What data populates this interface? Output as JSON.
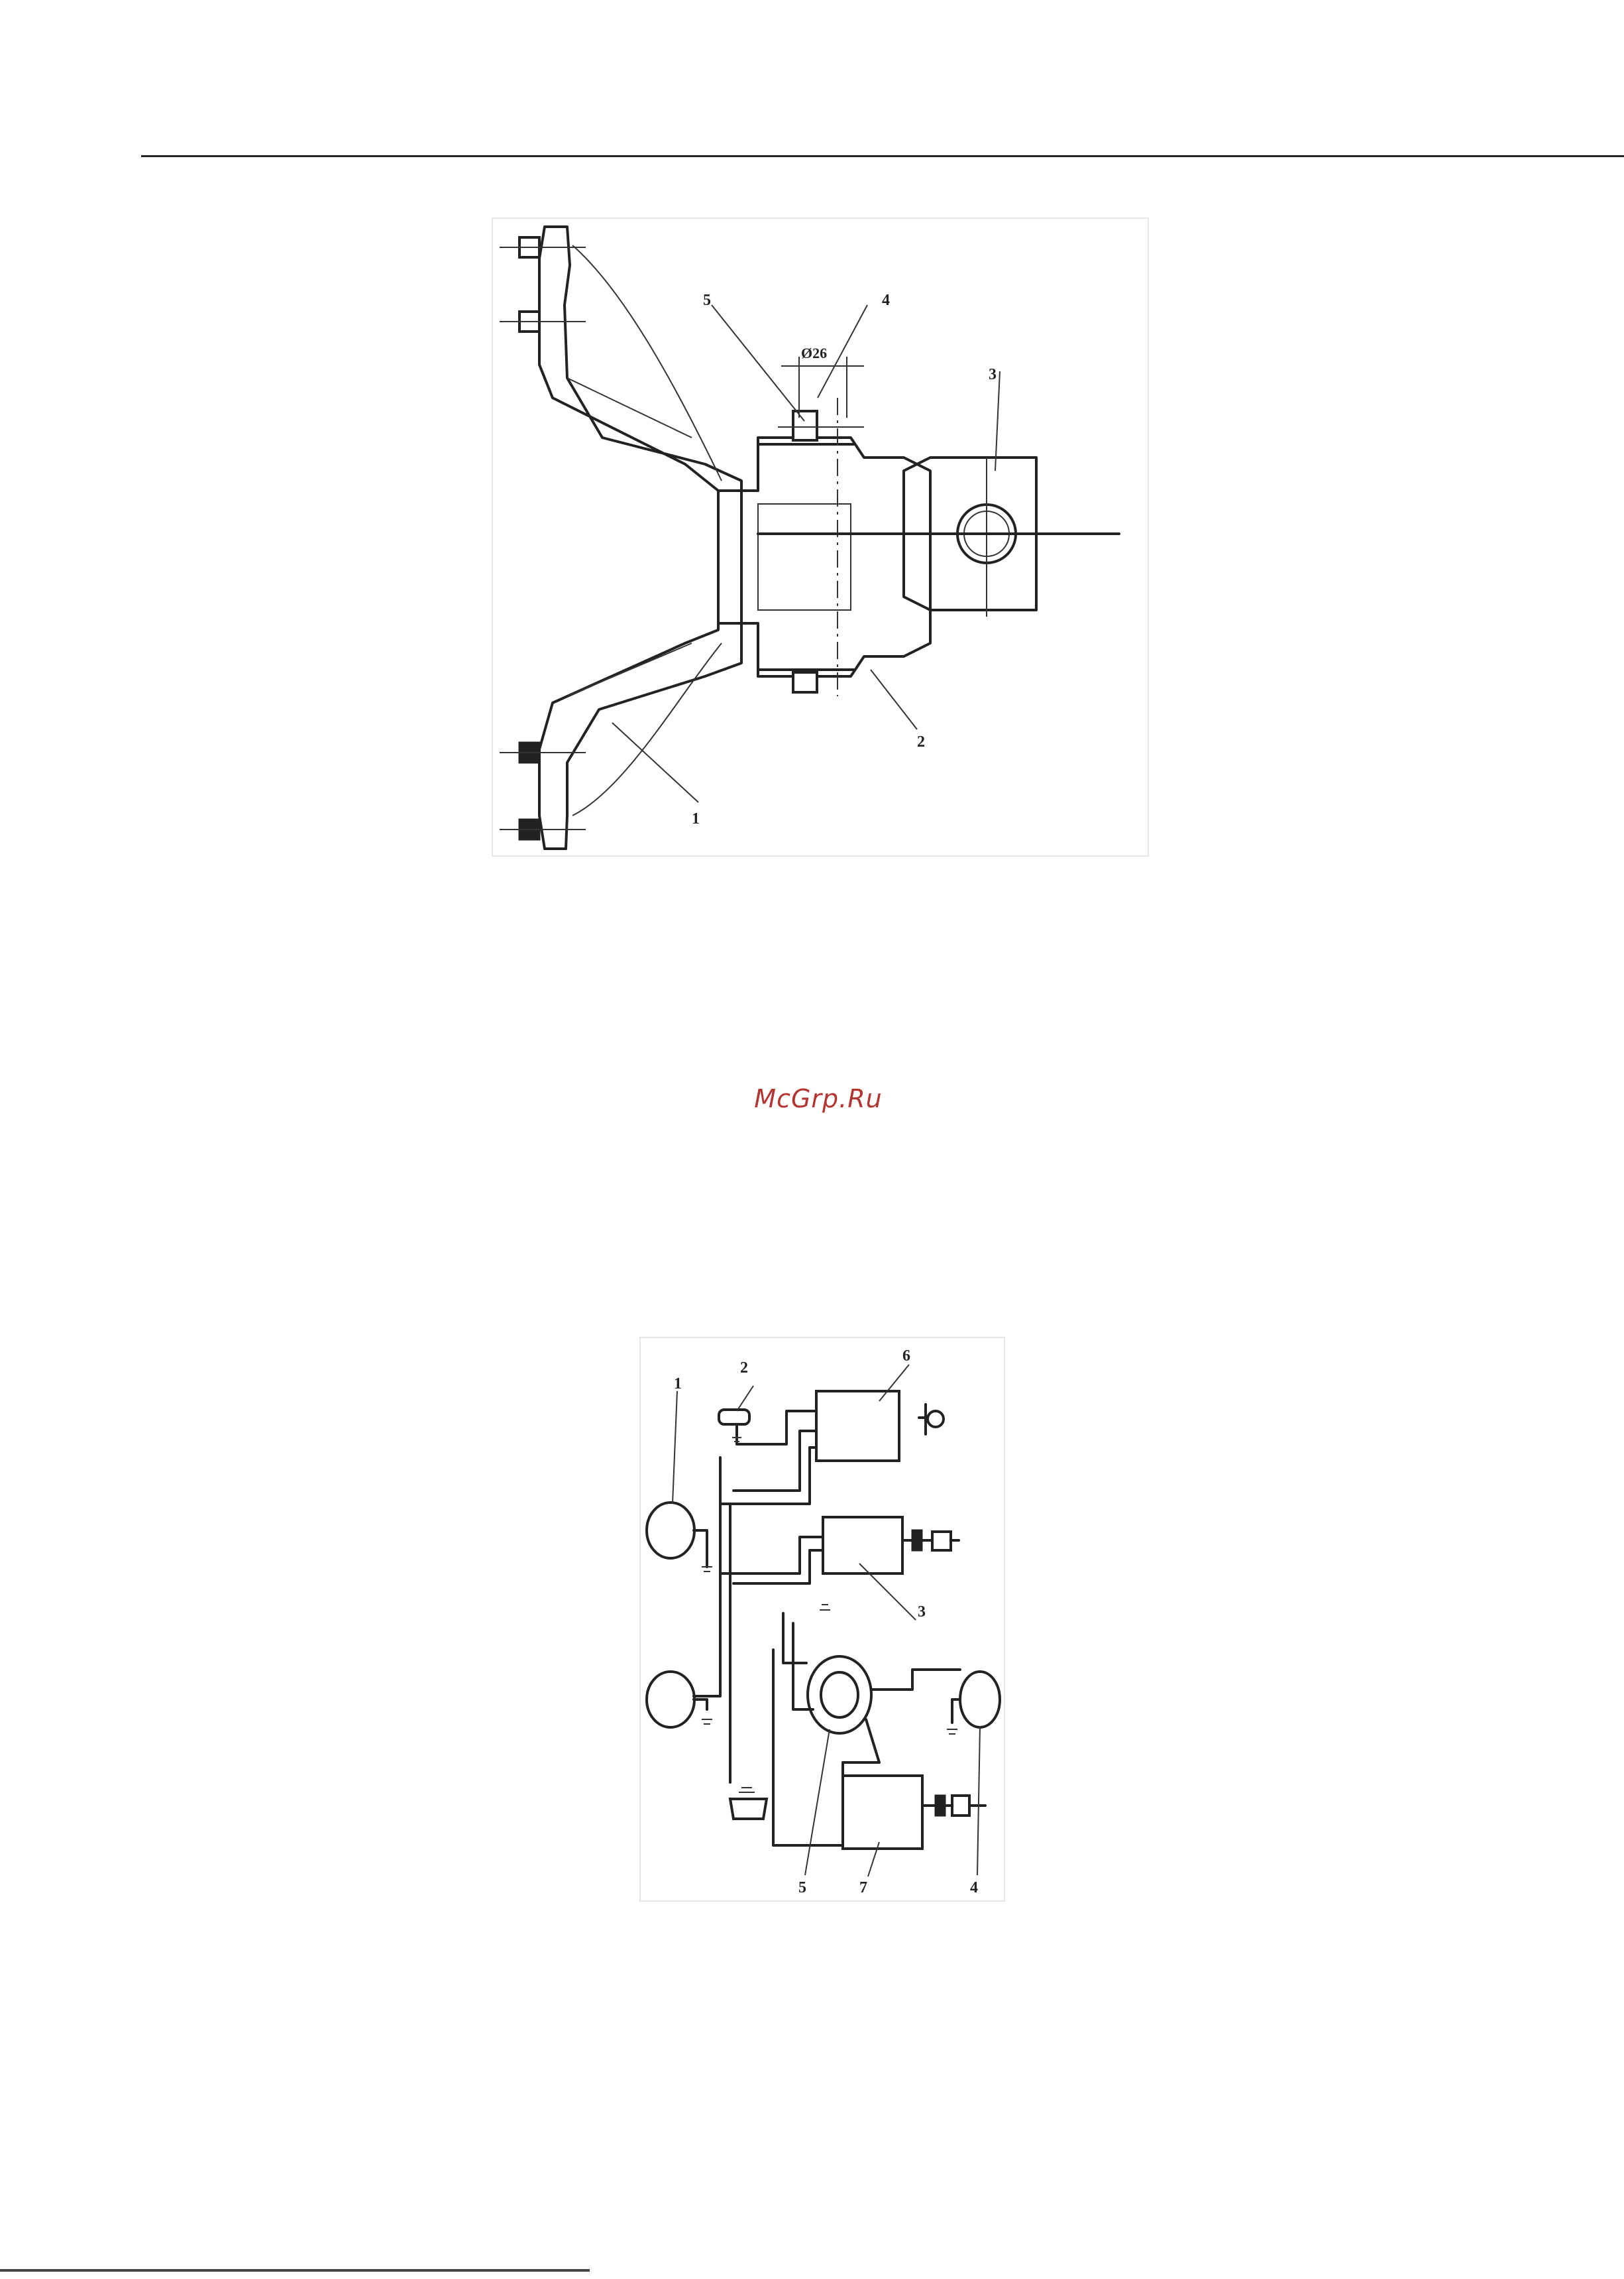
{
  "watermark": "McGrp.Ru",
  "figure1": {
    "dimension": "Ø26",
    "callouts": [
      "1",
      "2",
      "3",
      "4",
      "5"
    ]
  },
  "figure2": {
    "callouts": [
      "1",
      "2",
      "3",
      "4",
      "5",
      "6",
      "7"
    ]
  }
}
